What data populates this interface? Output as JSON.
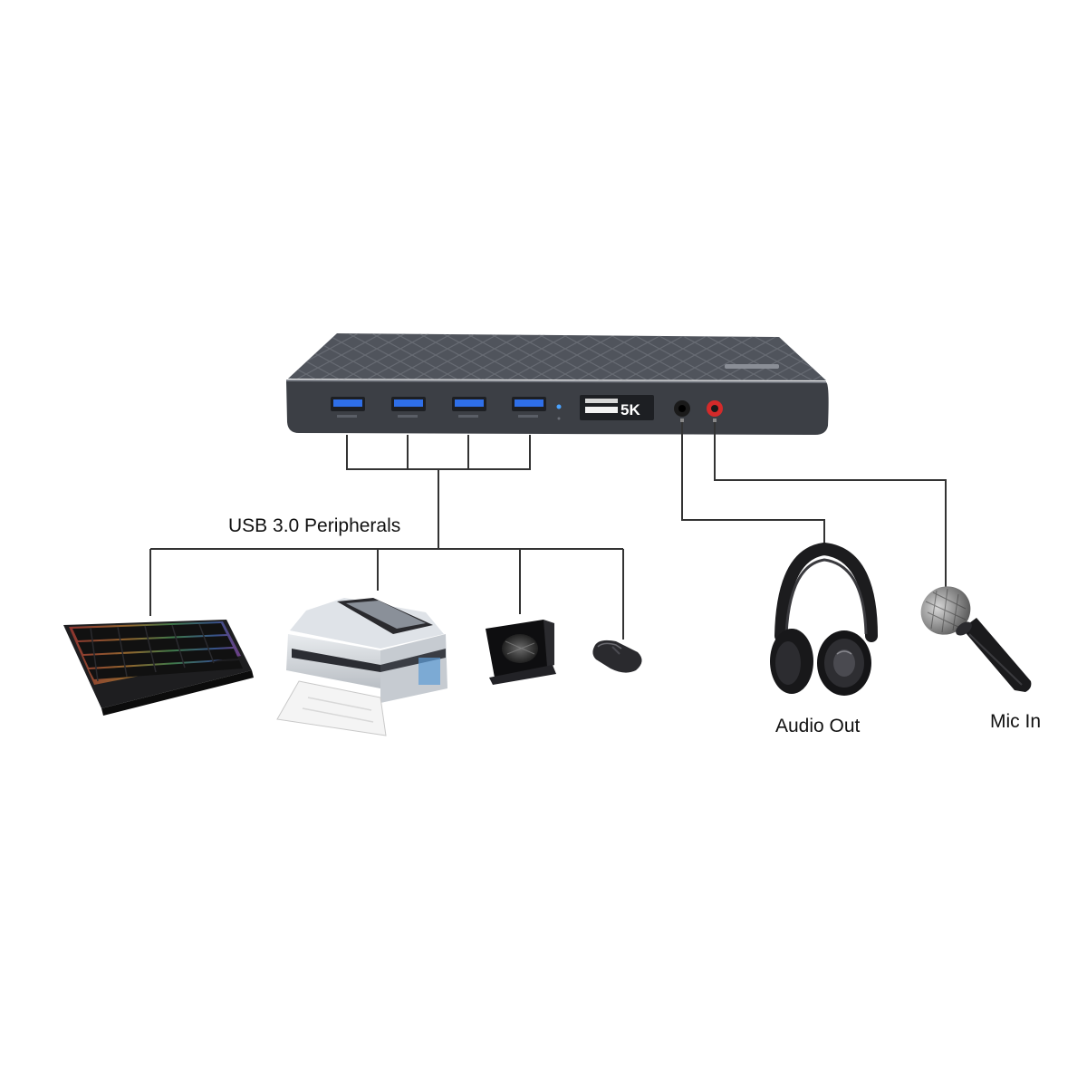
{
  "dock": {
    "badge_text": "5K",
    "ports": {
      "usb": [
        {
          "name": "usb-port-1",
          "color": "#2f6fe8"
        },
        {
          "name": "usb-port-2",
          "color": "#2f6fe8"
        },
        {
          "name": "usb-port-3",
          "color": "#2f6fe8"
        },
        {
          "name": "usb-port-4",
          "color": "#2f6fe8"
        }
      ],
      "audio_out_ring": "#1a1a1a",
      "mic_in_ring": "#d42a2a"
    },
    "body_color": "#50545c",
    "front_color": "#3c3f45"
  },
  "labels": {
    "usb_group": "USB 3.0 Peripherals",
    "audio_out": "Audio Out",
    "mic_in": "Mic In"
  },
  "devices": [
    {
      "name": "keyboard-icon"
    },
    {
      "name": "printer-icon"
    },
    {
      "name": "external-drive-icon"
    },
    {
      "name": "mouse-icon"
    },
    {
      "name": "headphones-icon"
    },
    {
      "name": "microphone-icon"
    }
  ],
  "colors": {
    "connector_lines": "#333333",
    "background": "#ffffff"
  }
}
